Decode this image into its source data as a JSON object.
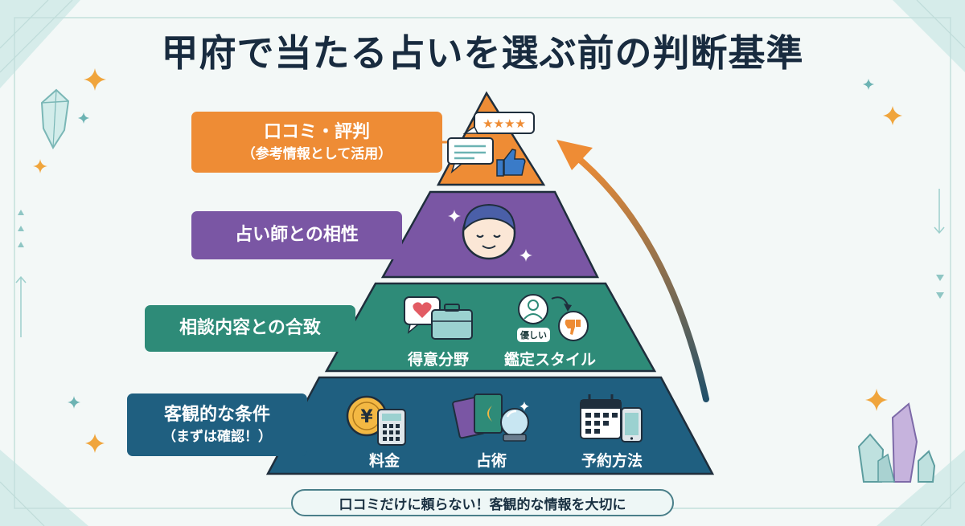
{
  "title": "甲府で当たる占いを選ぶ前の判断基準",
  "tiers": {
    "review": {
      "label": "口コミ・評判",
      "note": "（参考情報として活用）"
    },
    "compatibility": {
      "label": "占い師との相性"
    },
    "match": {
      "label": "相談内容との合致",
      "items": [
        "得意分野",
        "鑑定スタイル"
      ],
      "tag": "優しい"
    },
    "objective": {
      "label": "客観的な条件",
      "note": "（まずは確認！）",
      "items": [
        "料金",
        "占術",
        "予約方法"
      ]
    }
  },
  "footer": "口コミだけに頼らない！客観的な情報を大切に",
  "colors": {
    "review": "#ee8c35",
    "compatibility": "#7a56a4",
    "match": "#2e8b78",
    "objective": "#1f5f80",
    "ink": "#182b3f"
  },
  "icons": [
    "crystal-icon",
    "sparkle-icon",
    "star-rating-icon",
    "chat-bubble-icon",
    "thumbs-up-icon",
    "face-icon",
    "heart-chat-icon",
    "briefcase-icon",
    "person-icon",
    "thumbs-down-icon",
    "yen-coin-icon",
    "calculator-icon",
    "tarot-cards-icon",
    "crystal-ball-icon",
    "calendar-icon",
    "smartphone-icon",
    "arrow-up-icon"
  ]
}
